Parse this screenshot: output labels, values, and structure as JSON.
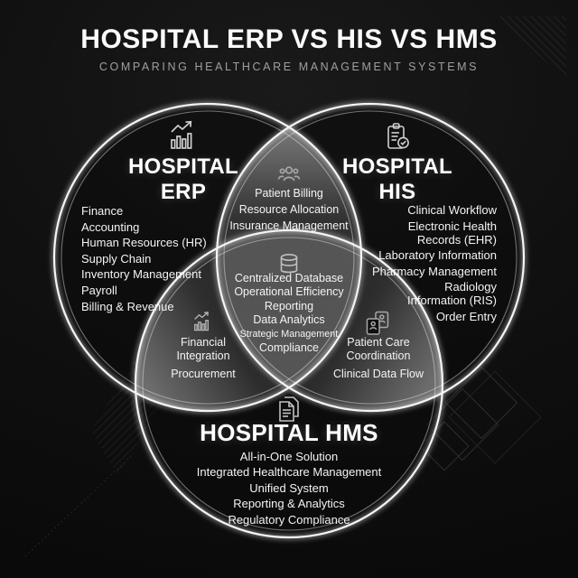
{
  "header": {
    "title": "HOSPITAL ERP VS HIS VS HMS",
    "subtitle": "COMPARING HEALTHCARE MANAGEMENT SYSTEMS"
  },
  "venn": {
    "erp": {
      "name": "HOSPITAL\nERP",
      "icon": "growth-chart",
      "items": [
        "Finance",
        "Accounting",
        "Human Resources (HR)",
        "Supply Chain",
        "Inventory Management",
        "Payroll",
        "Billing & Revenue"
      ]
    },
    "his": {
      "name": "HOSPITAL\nHIS",
      "icon": "clipboard-check",
      "items": [
        "Clinical Workflow",
        "Electronic Health\nRecords (EHR)",
        "Laboratory Information",
        "Pharmacy Management",
        "Radiology\nInformation (RIS)",
        "Order Entry"
      ]
    },
    "hms": {
      "name": "HOSPITAL HMS",
      "icon": "documents",
      "items": [
        "All-in-One Solution",
        "Integrated Healthcare Management",
        "Unified System",
        "Reporting & Analytics",
        "Regulatory Compliance"
      ]
    },
    "erp_his": {
      "icon": "team",
      "items": [
        "Patient Billing",
        "Resource Allocation",
        "Insurance Management"
      ]
    },
    "erp_hms": {
      "icon": "growth-chart",
      "items": [
        "Financial\nIntegration",
        "Procurement"
      ]
    },
    "his_hms": {
      "icon": "patient-records",
      "items": [
        "Patient Care\nCoordination",
        "Clinical Data Flow"
      ]
    },
    "core": {
      "icon": "database",
      "items": [
        "Centralized Database",
        "Operational Efficiency",
        "Reporting",
        "Data Analytics",
        "Strategic Management",
        "Compliance"
      ]
    }
  },
  "colors": {
    "background": "#0c0c0c",
    "text": "#f5f5f5",
    "muted_text": "#9aa0a4",
    "circle_stroke": "#f4f4f4",
    "icon": "#c6c6c6"
  }
}
